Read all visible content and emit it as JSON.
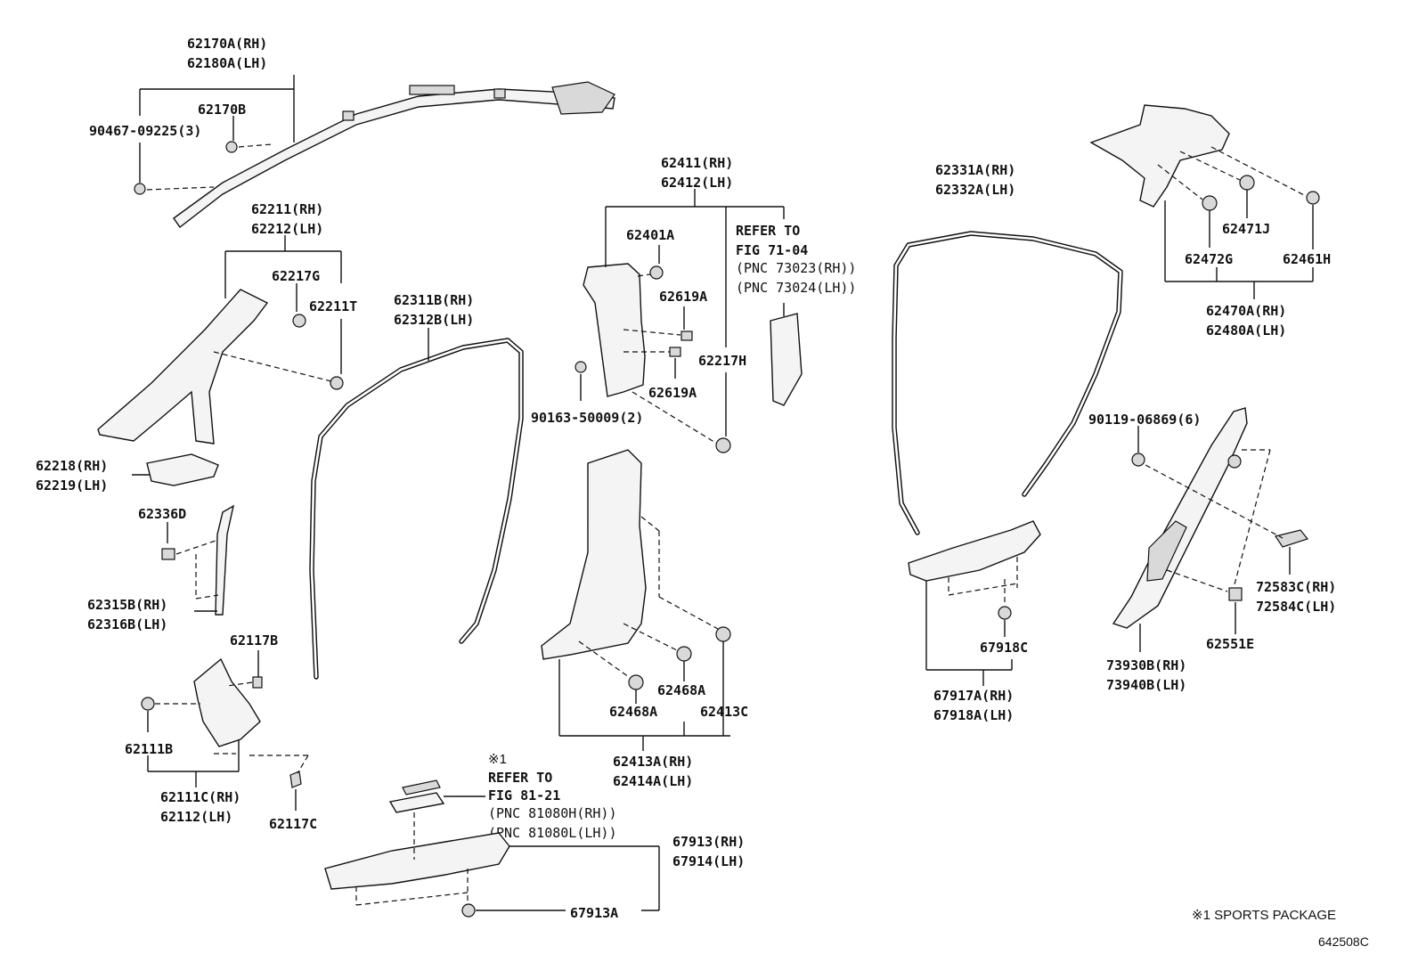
{
  "labels": {
    "p62170A": "62170A(RH)",
    "p62180A": "62180A(LH)",
    "p62170B": "62170B",
    "p90467": "90467-09225(3)",
    "p62211": "62211(RH)",
    "p62212": "62212(LH)",
    "p62217G": "62217G",
    "p62211T": "62211T",
    "p62218": "62218(RH)",
    "p62219": "62219(LH)",
    "p62336D": "62336D",
    "p62315B": "62315B(RH)",
    "p62316B": "62316B(LH)",
    "p62117B": "62117B",
    "p62111B": "62111B",
    "p62111C": "62111C(RH)",
    "p62112": "62112(LH)",
    "p62117C": "62117C",
    "p62311B": "62311B(RH)",
    "p62312B": "62312B(LH)",
    "p62411": "62411(RH)",
    "p62412": "62412(LH)",
    "p62401A": "62401A",
    "p62619A_1": "62619A",
    "p62619A_2": "62619A",
    "p62217H": "62217H",
    "p90163": "90163-50009(2)",
    "p62468A_1": "62468A",
    "p62468A_2": "62468A",
    "p62413C": "62413C",
    "p62413A": "62413A(RH)",
    "p62414A": "62414A(LH)",
    "p62331A": "62331A(RH)",
    "p62332A": "62332A(LH)",
    "p62471J": "62471J",
    "p62472G": "62472G",
    "p62461H": "62461H",
    "p62470A": "62470A(RH)",
    "p62480A": "62480A(LH)",
    "p90119": "90119-06869(6)",
    "p72583C": "72583C(RH)",
    "p72584C": "72584C(LH)",
    "p62551E": "62551E",
    "p73930B": "73930B(RH)",
    "p73940B": "73940B(LH)",
    "p67918C": "67918C",
    "p67917A": "67917A(RH)",
    "p67918A": "67918A(LH)",
    "p67913": "67913(RH)",
    "p67914": "67914(LH)",
    "p67913A": "67913A"
  },
  "refs": {
    "fig71": {
      "line1": "REFER TO",
      "line2": "FIG 71-04",
      "line3": "(PNC 73023(RH))",
      "line4": "(PNC 73024(LH))"
    },
    "fig81": {
      "mark": "※1",
      "line1": "REFER TO",
      "line2": "FIG 81-21",
      "line3": "(PNC 81080H(RH))",
      "line4": "(PNC 81080L(LH))"
    }
  },
  "footnote": "※1 SPORTS PACKAGE",
  "figure_code": "642508C"
}
